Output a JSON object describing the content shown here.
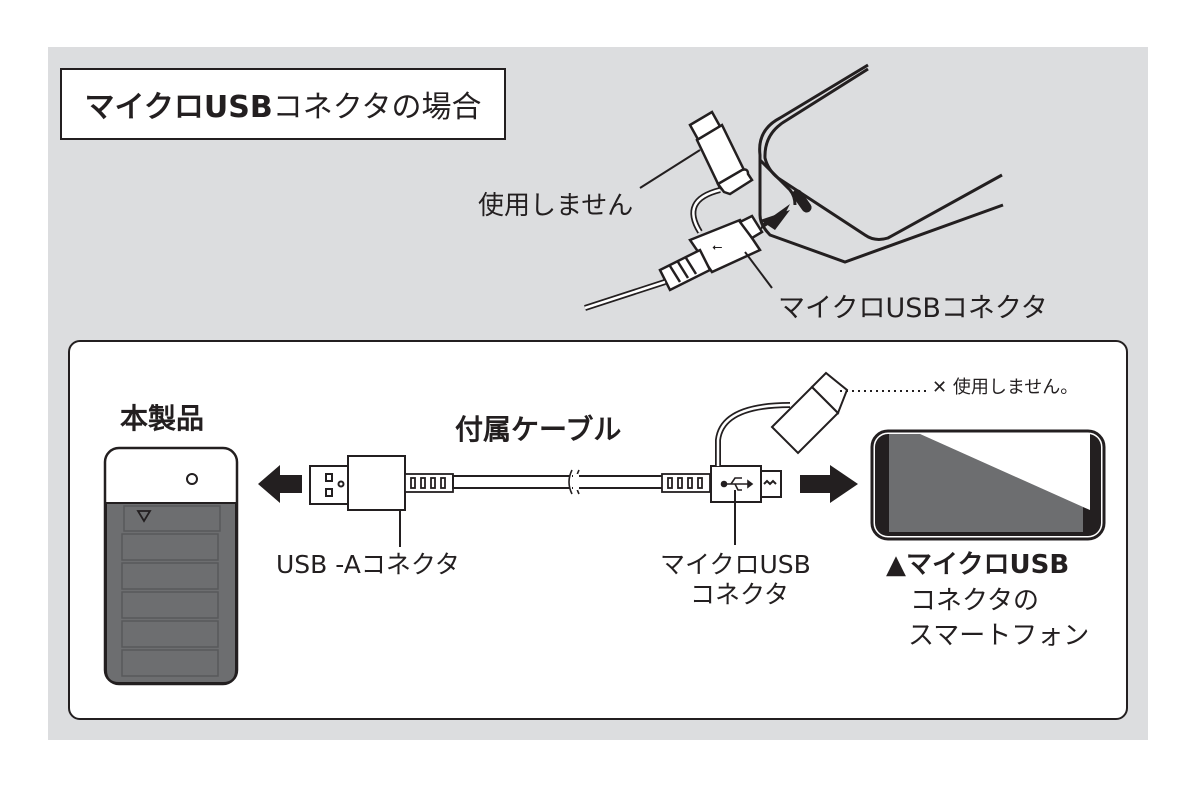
{
  "title": {
    "bold_part": "マイクロUSB",
    "normal_part": "コネクタの場合"
  },
  "top_section": {
    "unused_label": "使用しません",
    "micro_usb_label": "マイクロUSBコネクタ"
  },
  "bottom_section": {
    "product_label": "本製品",
    "cable_label": "付属ケーブル",
    "usb_a_label": "USB -Aコネクタ",
    "micro_usb_label_line1": "マイクロUSB",
    "micro_usb_label_line2": "コネクタ",
    "unused_note_mark": "✕",
    "unused_note": "使用しません。",
    "phone_caption_line1": "▲マイクロUSB",
    "phone_caption_line2": "コネクタの",
    "phone_caption_line3": "スマートフォン"
  },
  "colors": {
    "panel_bg": "#dcdddf",
    "ink": "#231f20",
    "device_gray": "#6d6e70"
  }
}
